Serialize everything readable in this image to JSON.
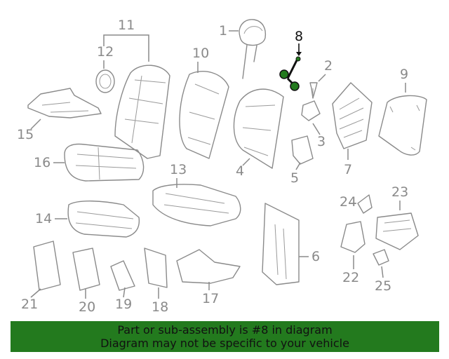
{
  "labels": {
    "p1": "1",
    "p2": "2",
    "p3": "3",
    "p4": "4",
    "p5": "5",
    "p6": "6",
    "p7": "7",
    "p8": "8",
    "p9": "9",
    "p10": "10",
    "p11": "11",
    "p12": "12",
    "p13": "13",
    "p14": "14",
    "p15": "15",
    "p16": "16",
    "p17": "17",
    "p18": "18",
    "p19": "19",
    "p20": "20",
    "p21": "21",
    "p22": "22",
    "p23": "23",
    "p24": "24",
    "p25": "25"
  },
  "highlight": {
    "part": "8",
    "color": "#237a1e"
  },
  "banner": {
    "line1": "Part or sub-assembly is #8 in diagram",
    "line2": "Diagram may not be specific to your vehicle"
  }
}
